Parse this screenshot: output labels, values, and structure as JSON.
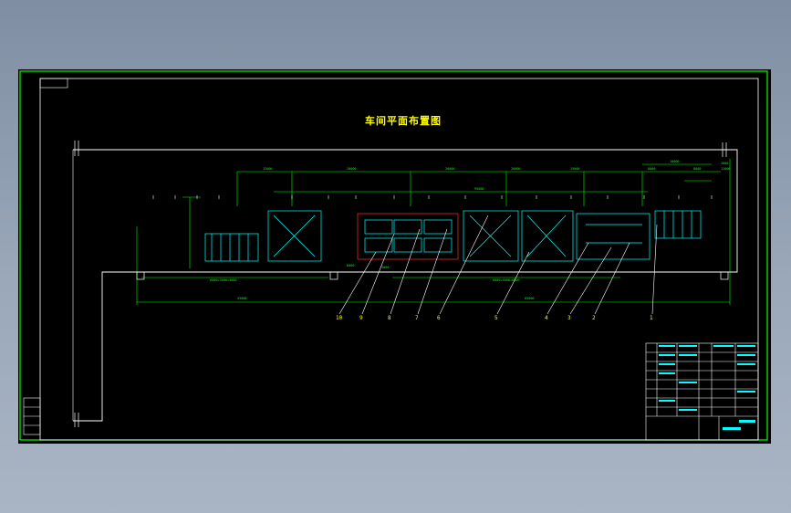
{
  "drawing": {
    "title": "车间平面布置图"
  },
  "callouts": [
    "10",
    "9",
    "8",
    "7",
    "6",
    "5",
    "4",
    "3",
    "2",
    "1"
  ],
  "colors": {
    "frame": "#00ff00",
    "text": "#ffff00",
    "wall": "#ffffff",
    "equipment": "#00ffff",
    "background": "#000000"
  }
}
